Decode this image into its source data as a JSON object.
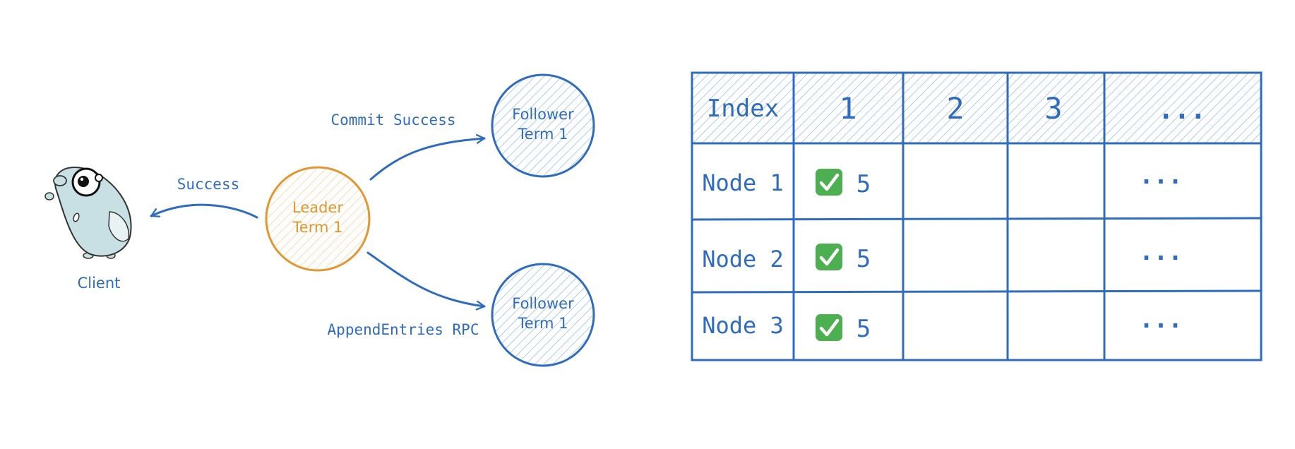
{
  "colors": {
    "primary_blue": "#2f6cc0",
    "hatch_blue": "#8fb6e8",
    "leader_orange": "#e3962f",
    "hatch_orange": "#f3cf92",
    "gopher_body": "#c8e0e3",
    "check_green": "#4caf50"
  },
  "diagram": {
    "client": {
      "label": "Client",
      "icon": "gopher-mascot"
    },
    "leader": {
      "line1": "Leader",
      "line2": "Term 1"
    },
    "follower_top": {
      "line1": "Follower",
      "line2": "Term 1"
    },
    "follower_bottom": {
      "line1": "Follower",
      "line2": "Term 1"
    },
    "edges": {
      "success_label": "Success",
      "commit_label": "Commit Success",
      "append_label": "AppendEntries RPC"
    }
  },
  "log_table": {
    "header": [
      "Index",
      "1",
      "2",
      "3",
      "..."
    ],
    "rows": [
      {
        "label": "Node 1",
        "cells": [
          "5",
          "",
          "",
          "..."
        ],
        "check_icon": "check-mark-icon"
      },
      {
        "label": "Node 2",
        "cells": [
          "5",
          "",
          "",
          "..."
        ],
        "check_icon": "check-mark-icon"
      },
      {
        "label": "Node 3",
        "cells": [
          "5",
          "",
          "",
          "..."
        ],
        "check_icon": "check-mark-icon"
      }
    ]
  }
}
